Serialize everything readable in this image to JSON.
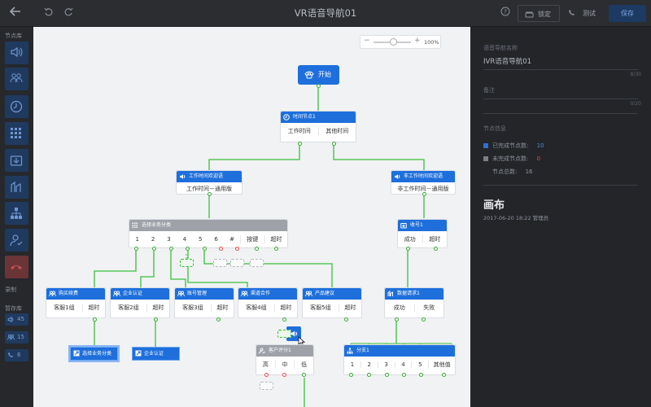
{
  "topbar": {
    "title": "VR语音导航01",
    "lock_label": "锁定",
    "test_label": "测试",
    "save_label": "保存"
  },
  "sidebar": {
    "section1": "节点库",
    "section2": "录制",
    "section3": "暂存库",
    "stash": [
      {
        "icon": "speaker-icon",
        "count": "45"
      },
      {
        "icon": "users-icon",
        "count": "15"
      },
      {
        "icon": "phone-icon",
        "count": "6"
      }
    ]
  },
  "zoom": {
    "minus": "−",
    "plus": "+",
    "percent": "100%"
  },
  "nodes": {
    "start": "开始",
    "time": {
      "title": "时间节点1",
      "opts": [
        "工作时间",
        "其他时间"
      ]
    },
    "work_welcome": {
      "title": "工作时间欢迎语",
      "body": "工作时间－通用版"
    },
    "off_welcome": {
      "title": "非工作时间欢迎语",
      "body": "非工作时间－通用版"
    },
    "select": {
      "title": "选择业务分类",
      "opts": [
        "1",
        "2",
        "3",
        "4",
        "5",
        "6",
        "#",
        "按键",
        "超时"
      ]
    },
    "recv": {
      "title": "收号1",
      "opts": [
        "成功",
        "超时"
      ]
    },
    "buy": {
      "title": "购买续费",
      "opts": [
        "客服1组",
        "超时"
      ]
    },
    "cert": {
      "title": "企业认证",
      "opts": [
        "客服2组",
        "超时"
      ]
    },
    "account": {
      "title": "账号管理",
      "opts": [
        "客服3组",
        "超时"
      ]
    },
    "channel": {
      "title": "渠道合作",
      "opts": [
        "客服4组",
        "超时"
      ]
    },
    "suggest": {
      "title": "产品建议",
      "opts": [
        "客服5组",
        "超时"
      ]
    },
    "dataq": {
      "title": "数据请求1",
      "opts": [
        "成功",
        "失败"
      ]
    },
    "rating": {
      "title": "客户评分1",
      "opts": [
        "高",
        "中",
        "低"
      ]
    },
    "branch": {
      "title": "分支1",
      "opts": [
        "1",
        "2",
        "3",
        "4",
        "5",
        "其他值"
      ]
    },
    "ghost1": "选择业务分类",
    "ghost2": "企业认证"
  },
  "panel": {
    "name_label": "语音导航名称",
    "name_value": "IVR语音导航01",
    "name_count": "8/30",
    "note_label": "备注",
    "note_count": "0/20",
    "stats_label": "节点信息",
    "done_label": "已完成节点数:",
    "done_value": "10",
    "todo_label": "未完成节点数:",
    "todo_value": "0",
    "total_label": "节点总数:",
    "total_value": "16",
    "canvas_heading": "画布",
    "canvas_meta": "2017-06-20 18:22  管理员"
  },
  "colors": {
    "accent": "#1e6fdc",
    "connector": "#3bbf3b",
    "danger": "#e44444",
    "panel": "#232529"
  }
}
